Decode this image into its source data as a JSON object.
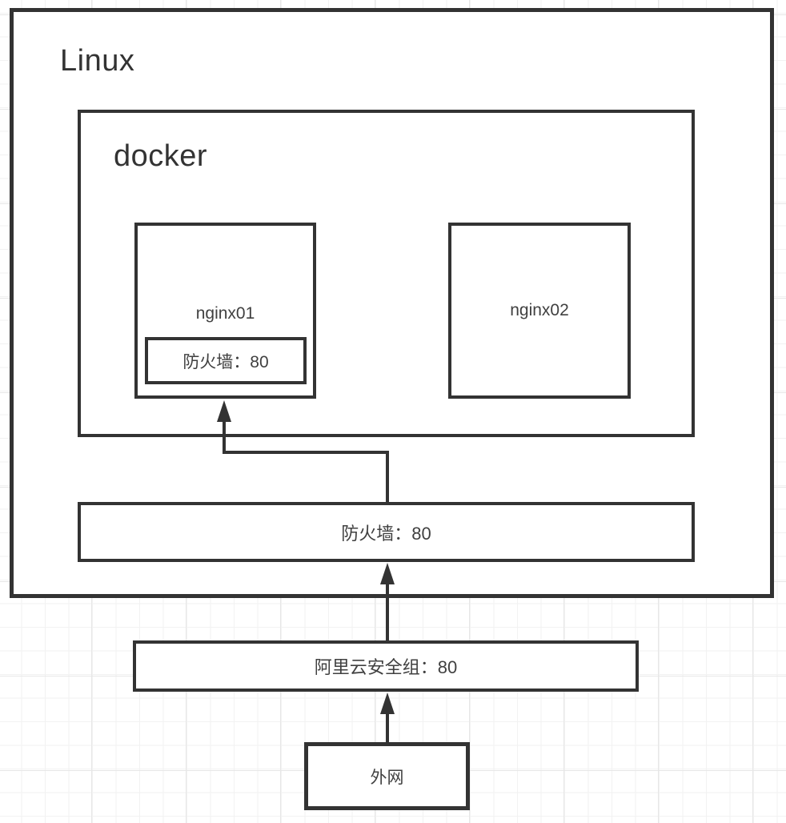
{
  "diagram": {
    "linux": {
      "label": "Linux"
    },
    "docker": {
      "label": "docker"
    },
    "nginx01": {
      "label": "nginx01",
      "firewall": {
        "label": "防火墙：80"
      }
    },
    "nginx02": {
      "label": "nginx02"
    },
    "host_firewall": {
      "label": "防火墙：80"
    },
    "security_group": {
      "label": "阿里云安全组：80"
    },
    "internet": {
      "label": "外网"
    },
    "connections": [
      {
        "from": "外网",
        "to": "阿里云安全组：80"
      },
      {
        "from": "阿里云安全组：80",
        "to": "防火墙：80 (Linux)"
      },
      {
        "from": "防火墙：80 (Linux)",
        "to": "防火墙：80 (nginx01)"
      }
    ]
  },
  "colors": {
    "line": "#333333",
    "text": "#404040",
    "text_strong": "#333333",
    "box_fill": "#ffffff",
    "background": "#ffffff",
    "grid_minor": "#f2f2f2",
    "grid_major": "#e7e7e7"
  }
}
